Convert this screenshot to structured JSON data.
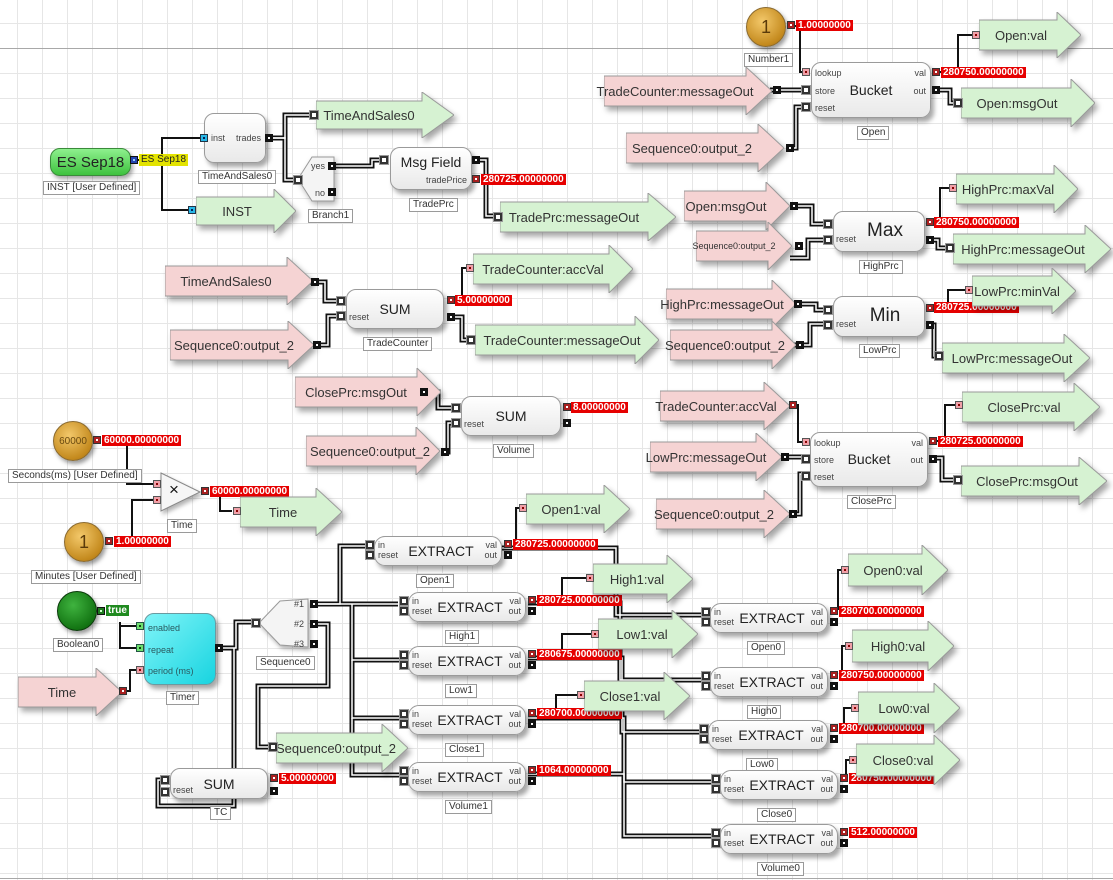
{
  "colors": {
    "value_badge": "#e60000",
    "input_arrow": "#f4d0d0",
    "output_arrow": "#d4f0d0",
    "timer_fill": "#2de0ea",
    "inst_fill": "#5ed45e",
    "number_fill": "#d9a53a",
    "boolean_fill": "#1a8a1a"
  },
  "instrument": {
    "name": "ES Sep18",
    "badge": "ES Sep18",
    "caption": "INST [User Defined]"
  },
  "time_and_sales": {
    "caption": "TimeAndSales0",
    "port_inst": "inst",
    "port_trades": "trades"
  },
  "branch": {
    "caption": "Branch1",
    "port_yes": "yes",
    "port_no": "no"
  },
  "msg_field": {
    "title": "Msg Field",
    "port_field": "tradePrice",
    "value": "280725.00000000",
    "caption": "TradePrc"
  },
  "number1": {
    "label": "1",
    "value": "1.00000000",
    "caption": "Number1"
  },
  "open_bucket": {
    "title": "Bucket",
    "caption": "Open",
    "port_lookup": "lookup",
    "port_store": "store",
    "port_reset": "reset",
    "port_val": "val",
    "port_out": "out",
    "value": "280750.00000000"
  },
  "high_max": {
    "title": "Max",
    "caption": "HighPrc",
    "port_reset": "reset",
    "value": "280750.00000000"
  },
  "low_min": {
    "title": "Min",
    "caption": "LowPrc",
    "port_reset": "reset",
    "value": "280725.00000000"
  },
  "close_bucket": {
    "title": "Bucket",
    "caption": "ClosePrc",
    "port_lookup": "lookup",
    "port_store": "store",
    "port_reset": "reset",
    "port_val": "val",
    "port_out": "out",
    "value": "280725.00000000"
  },
  "trade_counter": {
    "title": "SUM",
    "caption": "TradeCounter",
    "port_reset": "reset",
    "value": "5.00000000"
  },
  "volume": {
    "title": "SUM",
    "caption": "Volume",
    "port_reset": "reset",
    "value": "8.00000000"
  },
  "seconds": {
    "label": "60000",
    "value": "60000.00000000",
    "caption": "Seconds(ms) [User Defined]"
  },
  "multiply": {
    "symbol": "×",
    "value": "60000.00000000",
    "caption": "Time"
  },
  "minutes": {
    "label": "1",
    "value": "1.00000000",
    "caption": "Minutes [User Defined]"
  },
  "boolean": {
    "value": "true",
    "caption": "Boolean0"
  },
  "timer": {
    "caption": "Timer",
    "port_enabled": "enabled",
    "port_repeat": "repeat",
    "port_period": "period (ms)"
  },
  "sequence": {
    "caption": "Sequence0",
    "ports": [
      "#1",
      "#2",
      "#3"
    ]
  },
  "tc": {
    "title": "SUM",
    "caption": "TC",
    "port_reset": "reset",
    "value": "5.00000000"
  },
  "extract_ports": {
    "in": "in",
    "reset": "reset",
    "val": "val",
    "out": "out"
  },
  "extracts": [
    {
      "title": "EXTRACT",
      "caption": "Open1",
      "value": "280725.00000000"
    },
    {
      "title": "EXTRACT",
      "caption": "High1",
      "value": "280725.00000000"
    },
    {
      "title": "EXTRACT",
      "caption": "Low1",
      "value": "280675.00000000"
    },
    {
      "title": "EXTRACT",
      "caption": "Close1",
      "value": "280700.00000000"
    },
    {
      "title": "EXTRACT",
      "caption": "Volume1",
      "value": "1064.00000000"
    },
    {
      "title": "EXTRACT",
      "caption": "Open0",
      "value": "280700.00000000"
    },
    {
      "title": "EXTRACT",
      "caption": "High0",
      "value": "280750.00000000"
    },
    {
      "title": "EXTRACT",
      "caption": "Low0",
      "value": "280700.00000000"
    },
    {
      "title": "EXTRACT",
      "caption": "Close0",
      "value": "280750.00000000"
    },
    {
      "title": "EXTRACT",
      "caption": "Volume0",
      "value": "512.00000000"
    }
  ],
  "inputs": {
    "tc_msgout_open": "TradeCounter:messageOut",
    "seq_out2_open": "Sequence0:output_2",
    "open_msgout": "Open:msgOut",
    "seq_out2_high": "Sequence0:output_2",
    "high_msgout": "HighPrc:messageOut",
    "seq_out2_low": "Sequence0:output_2",
    "tc_accval": "TradeCounter:accVal",
    "low_msgout": "LowPrc:messageOut",
    "seq_out2_close": "Sequence0:output_2",
    "tas0": "TimeAndSales0",
    "seq_out2_tc": "Sequence0:output_2",
    "close_msgout": "ClosePrc:msgOut",
    "seq_out2_vol": "Sequence0:output_2",
    "time": "Time"
  },
  "outputs": {
    "tas0": "TimeAndSales0",
    "inst": "INST",
    "tradeprc_msgout": "TradePrc:messageOut",
    "open_val": "Open:val",
    "open_msgout": "Open:msgOut",
    "high_maxval": "HighPrc:maxVal",
    "high_msgout": "HighPrc:messageOut",
    "low_minval": "LowPrc:minVal",
    "low_msgout": "LowPrc:messageOut",
    "tc_accval": "TradeCounter:accVal",
    "tc_msgout": "TradeCounter:messageOut",
    "close_val": "ClosePrc:val",
    "close_msgout": "ClosePrc:msgOut",
    "time": "Time",
    "open1_val": "Open1:val",
    "high1_val": "High1:val",
    "low1_val": "Low1:val",
    "close1_val": "Close1:val",
    "seq_out2": "Sequence0:output_2",
    "open0_val": "Open0:val",
    "high0_val": "High0:val",
    "low0_val": "Low0:val",
    "close0_val": "Close0:val"
  }
}
